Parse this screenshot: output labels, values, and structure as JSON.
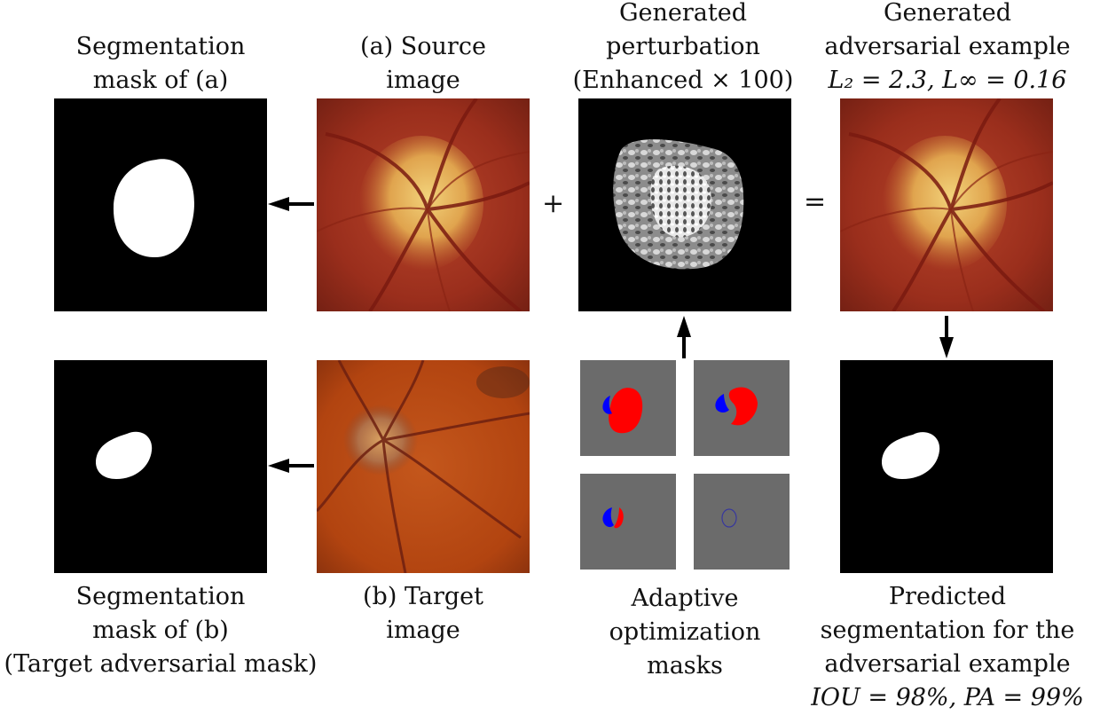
{
  "labels": {
    "seg_a": [
      "Segmentation",
      "mask of (a)"
    ],
    "source": [
      "(a) Source",
      "image"
    ],
    "perturb": [
      "Generated",
      "perturbation",
      "(Enhanced × 100)"
    ],
    "adv": [
      "Generated",
      "adversarial example",
      "L₂ = 2.3,  L∞ = 0.16"
    ],
    "seg_b": [
      "Segmentation",
      "mask of (b)",
      "(Target adversarial mask)"
    ],
    "target": [
      "(b) Target",
      "image"
    ],
    "masks": [
      "Adaptive",
      "optimization",
      "masks"
    ],
    "pred": [
      "Predicted",
      "segmentation for the",
      "adversarial example",
      "IOU = 98%,  PA = 99%"
    ]
  },
  "operators": {
    "plus": "+",
    "equals": "="
  },
  "colors": {
    "mask_bg": "#000000",
    "mask_fg": "#ffffff",
    "opt_bg": "#6b6b6b",
    "red": "#ff0000",
    "blue": "#0000ff"
  }
}
